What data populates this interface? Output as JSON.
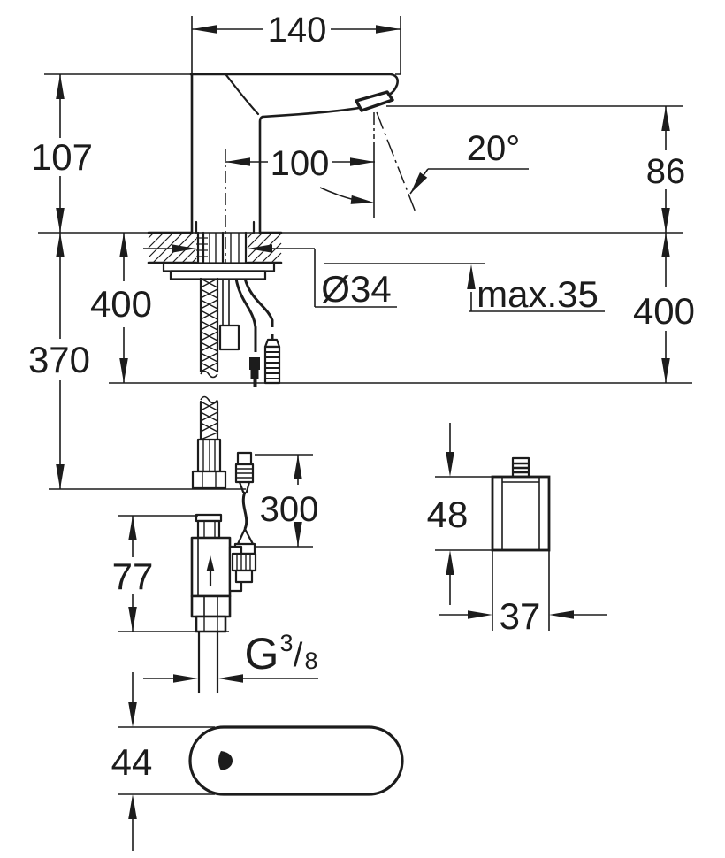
{
  "dimensions": {
    "overall_width": "140",
    "body_height": "107",
    "spout_reach": "100",
    "spray_angle": "20°",
    "spout_height": "86",
    "supply_hose_length_left": "400",
    "hole_diameter": "Ø34",
    "max_deck_thickness": "max.35",
    "cable_length_right": "400",
    "hose_length": "370",
    "sensor_cable_length": "300",
    "battery_box_height": "48",
    "valve_body_height": "77",
    "battery_box_width": "37",
    "thread_g": "G",
    "thread_numerator": "3",
    "thread_slash": "/",
    "thread_denominator": "8",
    "base_plate_depth": "44"
  },
  "colors": {
    "line": "#1c1c1c",
    "background": "#ffffff"
  }
}
